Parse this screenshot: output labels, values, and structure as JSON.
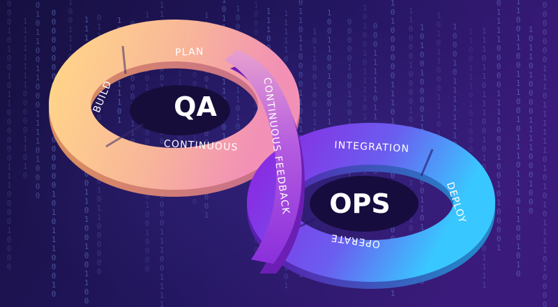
{
  "diagram": {
    "hub_left": "QA",
    "hub_right": "OPS",
    "segments": {
      "plan": "PLAN",
      "build": "BUILD",
      "continuous": "CONTINUOUS",
      "continuous_feedback": "CONTINUOUS FEEDBACK",
      "integration": "INTEGRATION",
      "deploy": "DEPLOY",
      "operate": "OPERATE"
    }
  },
  "colors": {
    "background_left": "#161040",
    "background_right": "#3a1a7a",
    "binary_digits": "#6c86d8",
    "qa_loop_start": "#ffd38a",
    "qa_loop_end": "#f291b5",
    "center_band": "#b45be0",
    "ops_loop_start": "#8a2be2",
    "ops_loop_end": "#39c7ff",
    "label_text": "#ffffff"
  },
  "icons": {
    "background": "binary-rain",
    "symbol": "infinity-loop"
  }
}
